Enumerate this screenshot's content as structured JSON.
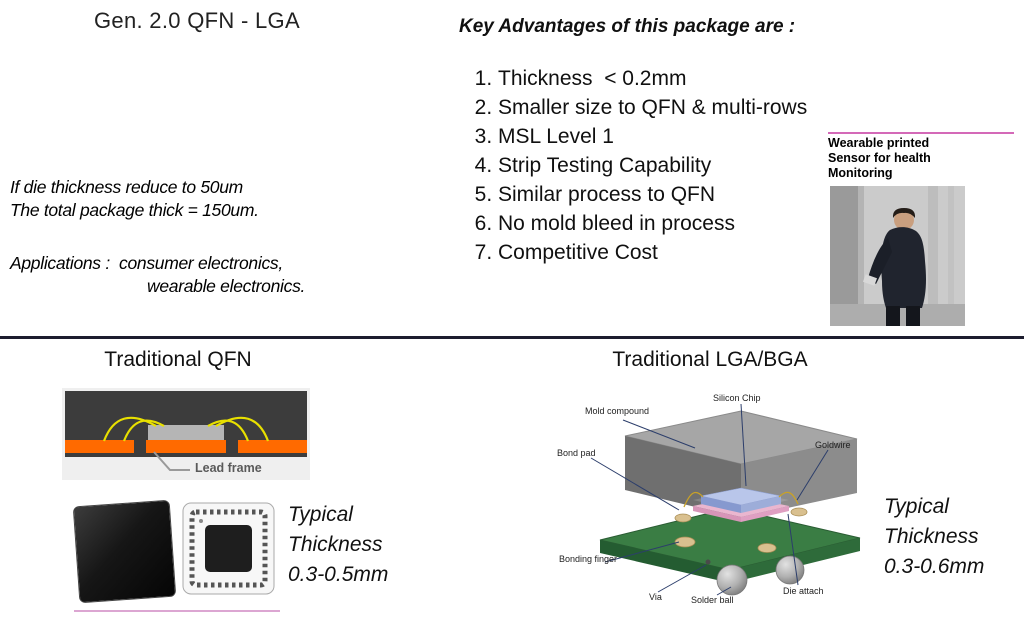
{
  "colors": {
    "accent_pink": "#d469b8",
    "divider": "#1c1c2e",
    "lead_frame_orange": "#ff6a00",
    "substrate_green": "#3a7d44",
    "chip_blue": "#b9c6ea",
    "die_attach_pink": "#eab6cf"
  },
  "title": "Gen. 2.0 QFN - LGA",
  "advantages": {
    "heading": "Key Advantages of this package are :",
    "items": [
      "Thickness  < 0.2mm",
      "Smaller size to QFN & multi-rows",
      "MSL Level 1",
      "Strip Testing Capability",
      "Similar process to QFN",
      "No mold bleed in process",
      "Competitive Cost"
    ]
  },
  "notes": {
    "thickness_line1": "If die thickness reduce to 50um",
    "thickness_line2": "The total package thick = 150um.",
    "applications_line1": "Applications :  consumer electronics,",
    "applications_line2": "wearable electronics."
  },
  "wearable": {
    "caption_line1": "Wearable printed",
    "caption_line2": "Sensor for health",
    "caption_line3": "Monitoring"
  },
  "qfn_section": {
    "title": "Traditional QFN",
    "lead_frame_label": "Lead frame",
    "thickness_line1": "Typical",
    "thickness_line2": "Thickness",
    "thickness_line3": "0.3-0.5mm"
  },
  "lga_section": {
    "title": "Traditional LGA/BGA",
    "labels": {
      "mold_compound": "Mold compound",
      "silicon_chip": "Silicon Chip",
      "bond_pad": "Bond pad",
      "goldwire": "Goldwire",
      "bonding_finger": "Bonding finger",
      "via": "Via",
      "solder_ball": "Solder ball",
      "die_attach": "Die attach"
    },
    "thickness_line1": "Typical",
    "thickness_line2": "Thickness",
    "thickness_line3": "0.3-0.6mm"
  }
}
